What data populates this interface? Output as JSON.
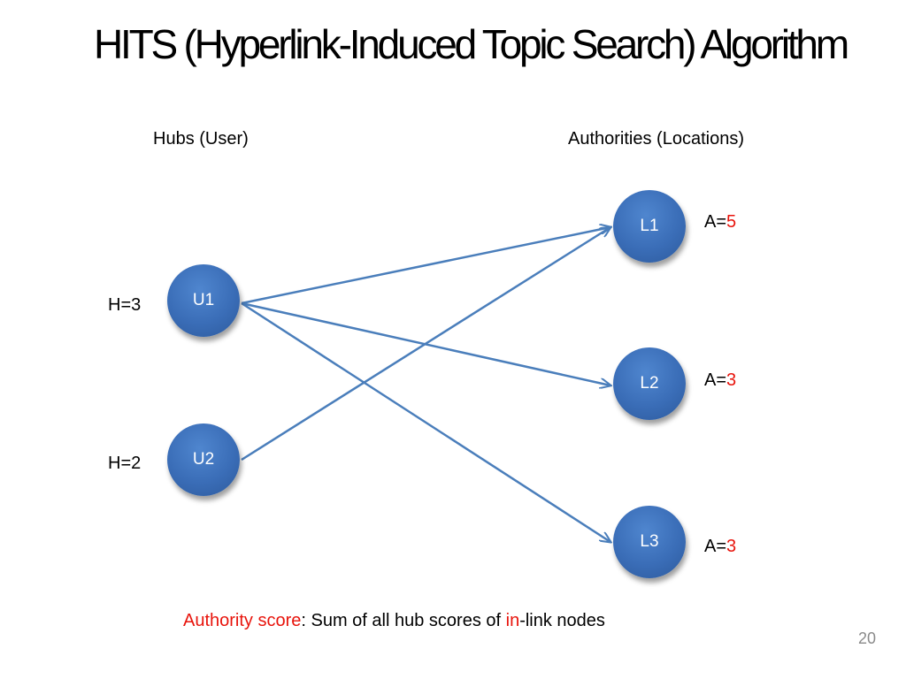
{
  "slide": {
    "title": "HITS (Hyperlink-Induced Topic Search) Algorithm",
    "hubs_header": "Hubs (User)",
    "authorities_header": "Authorities (Locations)",
    "page_number": "20"
  },
  "hubs": [
    {
      "label": "U1",
      "score_prefix": "H=",
      "score_value": "3"
    },
    {
      "label": "U2",
      "score_prefix": "H=",
      "score_value": "2"
    }
  ],
  "authorities": [
    {
      "label": "L1",
      "score_prefix": "A=",
      "score_value": "5"
    },
    {
      "label": "L2",
      "score_prefix": "A=",
      "score_value": "3"
    },
    {
      "label": "L3",
      "score_prefix": "A=",
      "score_value": "3"
    }
  ],
  "edges": [
    {
      "from": "U1",
      "to": "L1"
    },
    {
      "from": "U1",
      "to": "L2"
    },
    {
      "from": "U1",
      "to": "L3"
    },
    {
      "from": "U2",
      "to": "L1"
    }
  ],
  "caption": {
    "part1": "Authority score",
    "part2": ": Sum of all hub scores of ",
    "part3": "in",
    "part4": "-link nodes"
  },
  "colors": {
    "node_fill": "#3a6db7",
    "edge": "#4a7ebb",
    "highlight": "#e8140c"
  }
}
